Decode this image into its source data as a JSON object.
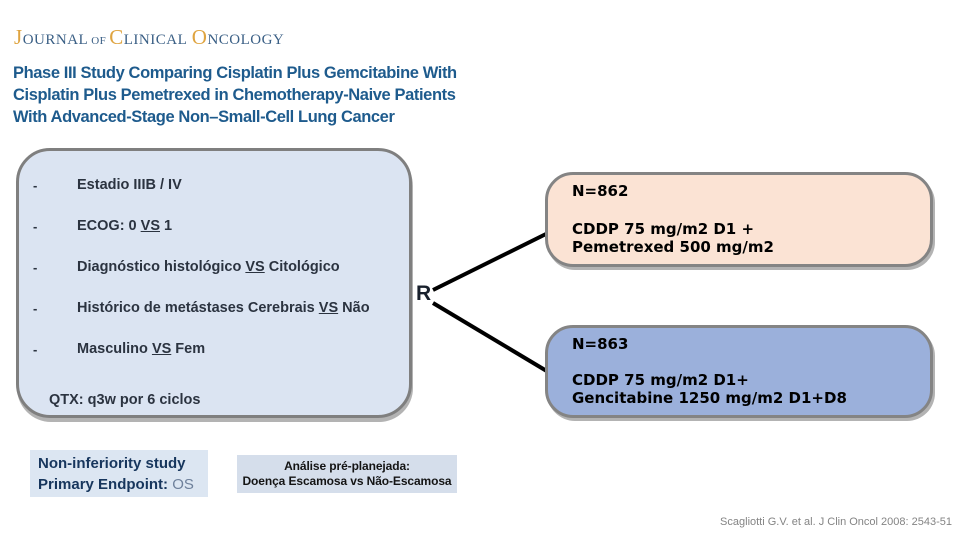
{
  "logo": {
    "j": "J",
    "ournal": "OURNAL",
    "of": "OF",
    "c": "C",
    "linical": "LINICAL",
    "o": "O",
    "ncology": "NCOLOGY"
  },
  "title": {
    "line1": "Phase III Study Comparing Cisplatin Plus Gemcitabine With",
    "line2": "Cisplatin Plus Pemetrexed in Chemotherapy-Naive Patients",
    "line3": "With Advanced-Stage Non–Small-Cell Lung Cancer"
  },
  "stratification": {
    "dash": "-",
    "items": [
      {
        "pre": "Estadio IIIB / IV",
        "vs": "",
        "post": ""
      },
      {
        "pre": "ECOG: 0 ",
        "vs": "VS",
        "post": " 1"
      },
      {
        "pre": "Diagnóstico histológico ",
        "vs": "VS",
        "post": " Citológico"
      },
      {
        "pre": "Histórico de metástases Cerebrais ",
        "vs": "VS",
        "post": " Não"
      },
      {
        "pre": "Masculino ",
        "vs": "VS",
        "post": " Fem"
      }
    ],
    "qtx": "QTX: q3w por 6 ciclos"
  },
  "randomization": {
    "label": "R"
  },
  "arms": [
    {
      "n": "N=862",
      "line1": "CDDP 75 mg/m2 D1 +",
      "line2": "Pemetrexed 500 mg/m2"
    },
    {
      "n": "N=863",
      "line1": "CDDP 75 mg/m2 D1+",
      "line2": "Gencitabine 1250 mg/m2 D1+D8"
    }
  ],
  "footnotes": {
    "study_type_line1": "Non-inferiority study",
    "endpoint_label": "Primary Endpoint: ",
    "endpoint_value": "OS",
    "analysis_line1": "Análise pré-planejada:",
    "analysis_line2": "Doença Escamosa vs Não-Escamosa"
  },
  "citation": "Scagliotti G.V. et al. J Clin Oncol 2008: 2543-51",
  "colors": {
    "title_blue": "#1E5B8D",
    "logo_blue": "#3A5F85",
    "logo_gold": "#DFA440",
    "strat_fill": "#DBE4F2",
    "arm_pemetrexed_fill": "#FBE3D4",
    "arm_gemcitabine_fill": "#9BB0DB",
    "border_gray": "#7F7F7F",
    "noninf_fill": "#DCE6F2",
    "analysis_fill": "#D5DEEB",
    "navy_text": "#17365D"
  }
}
